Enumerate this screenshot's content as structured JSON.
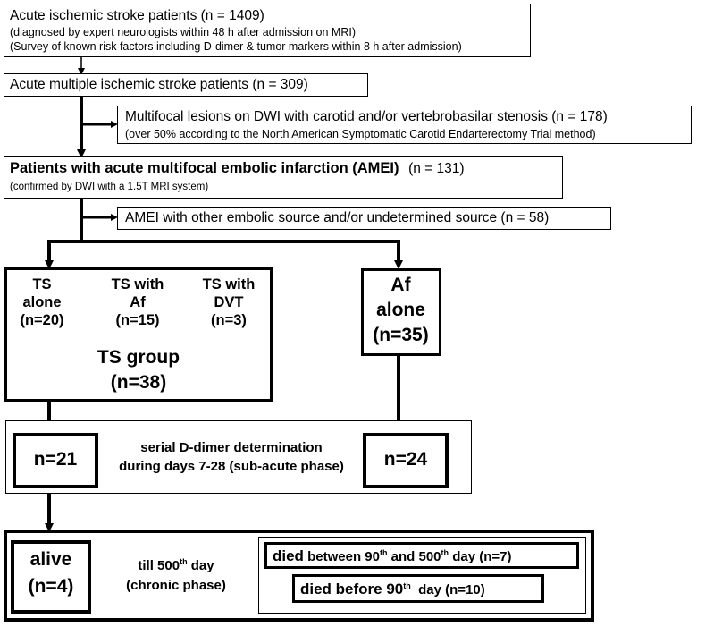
{
  "step1": {
    "main": "Acute ischemic stroke patients  (n = 1409)",
    "note1": "(diagnosed by expert neurologists within 48 h after admission on MRI)",
    "note2": "(Survey of known risk factors including D-dimer & tumor markers within 8 h after admission)"
  },
  "step2": {
    "main": "Acute multiple ischemic stroke patients  (n = 309)"
  },
  "excl1": {
    "main": "Multifocal lesions on DWI with carotid and/or vertebrobasilar stenosis (n = 178)",
    "note": "(over 50% according to the North American Symptomatic Carotid Endarterectomy Trial method)"
  },
  "step3": {
    "main_bold": "Patients with acute multifocal embolic infarction (AMEI)",
    "main_n": "(n = 131)",
    "note": "(confirmed by DWI with a 1.5T MRI system)"
  },
  "excl2": {
    "main": "AMEI with other embolic source and/or undetermined source (n = 58)"
  },
  "ts_group": {
    "sub1_title": "TS",
    "sub1_title2": "alone",
    "sub1_n": "(n=20)",
    "sub2_title": "TS with",
    "sub2_title2": "Af",
    "sub2_n": "(n=15)",
    "sub3_title": "TS with",
    "sub3_title2": "DVT",
    "sub3_n": "(n=3)",
    "group_label": "TS group",
    "group_n": "(n=38)"
  },
  "af_group": {
    "title": "Af",
    "title2": "alone",
    "n": "(n=35)"
  },
  "serial": {
    "left_n": "n=21",
    "right_n": "n=24",
    "text1": "serial D-dimer determination",
    "text2": "during days 7-28 (sub-acute phase)"
  },
  "chronic": {
    "alive": "alive",
    "alive_n": "(n=4)",
    "till_pre": "till 500",
    "till_sup": "th",
    "till_post": " day",
    "phase": "(chronic phase)",
    "died1_bold": "died",
    "died1_text": " between 90",
    "died1_sup1": "th",
    "died1_mid": " and 500",
    "died1_sup2": "th",
    "died1_end": " day (n=7)",
    "died2_bold": "died before 90",
    "died2_sup": "th",
    "died2_end": "  day (n=10)"
  }
}
